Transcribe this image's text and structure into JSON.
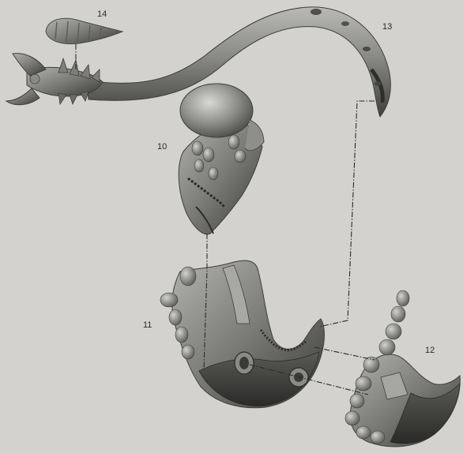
{
  "figure": {
    "labels": {
      "part_10": "10",
      "part_11": "11",
      "part_12": "12",
      "part_13": "13",
      "part_14": "14"
    }
  },
  "colors": {
    "background": "#d3d2ce",
    "part_light": "#9d9d99",
    "part_mid": "#6f6f6b",
    "part_dark": "#3c3c3a",
    "leader_line": "#2b2b2b"
  }
}
